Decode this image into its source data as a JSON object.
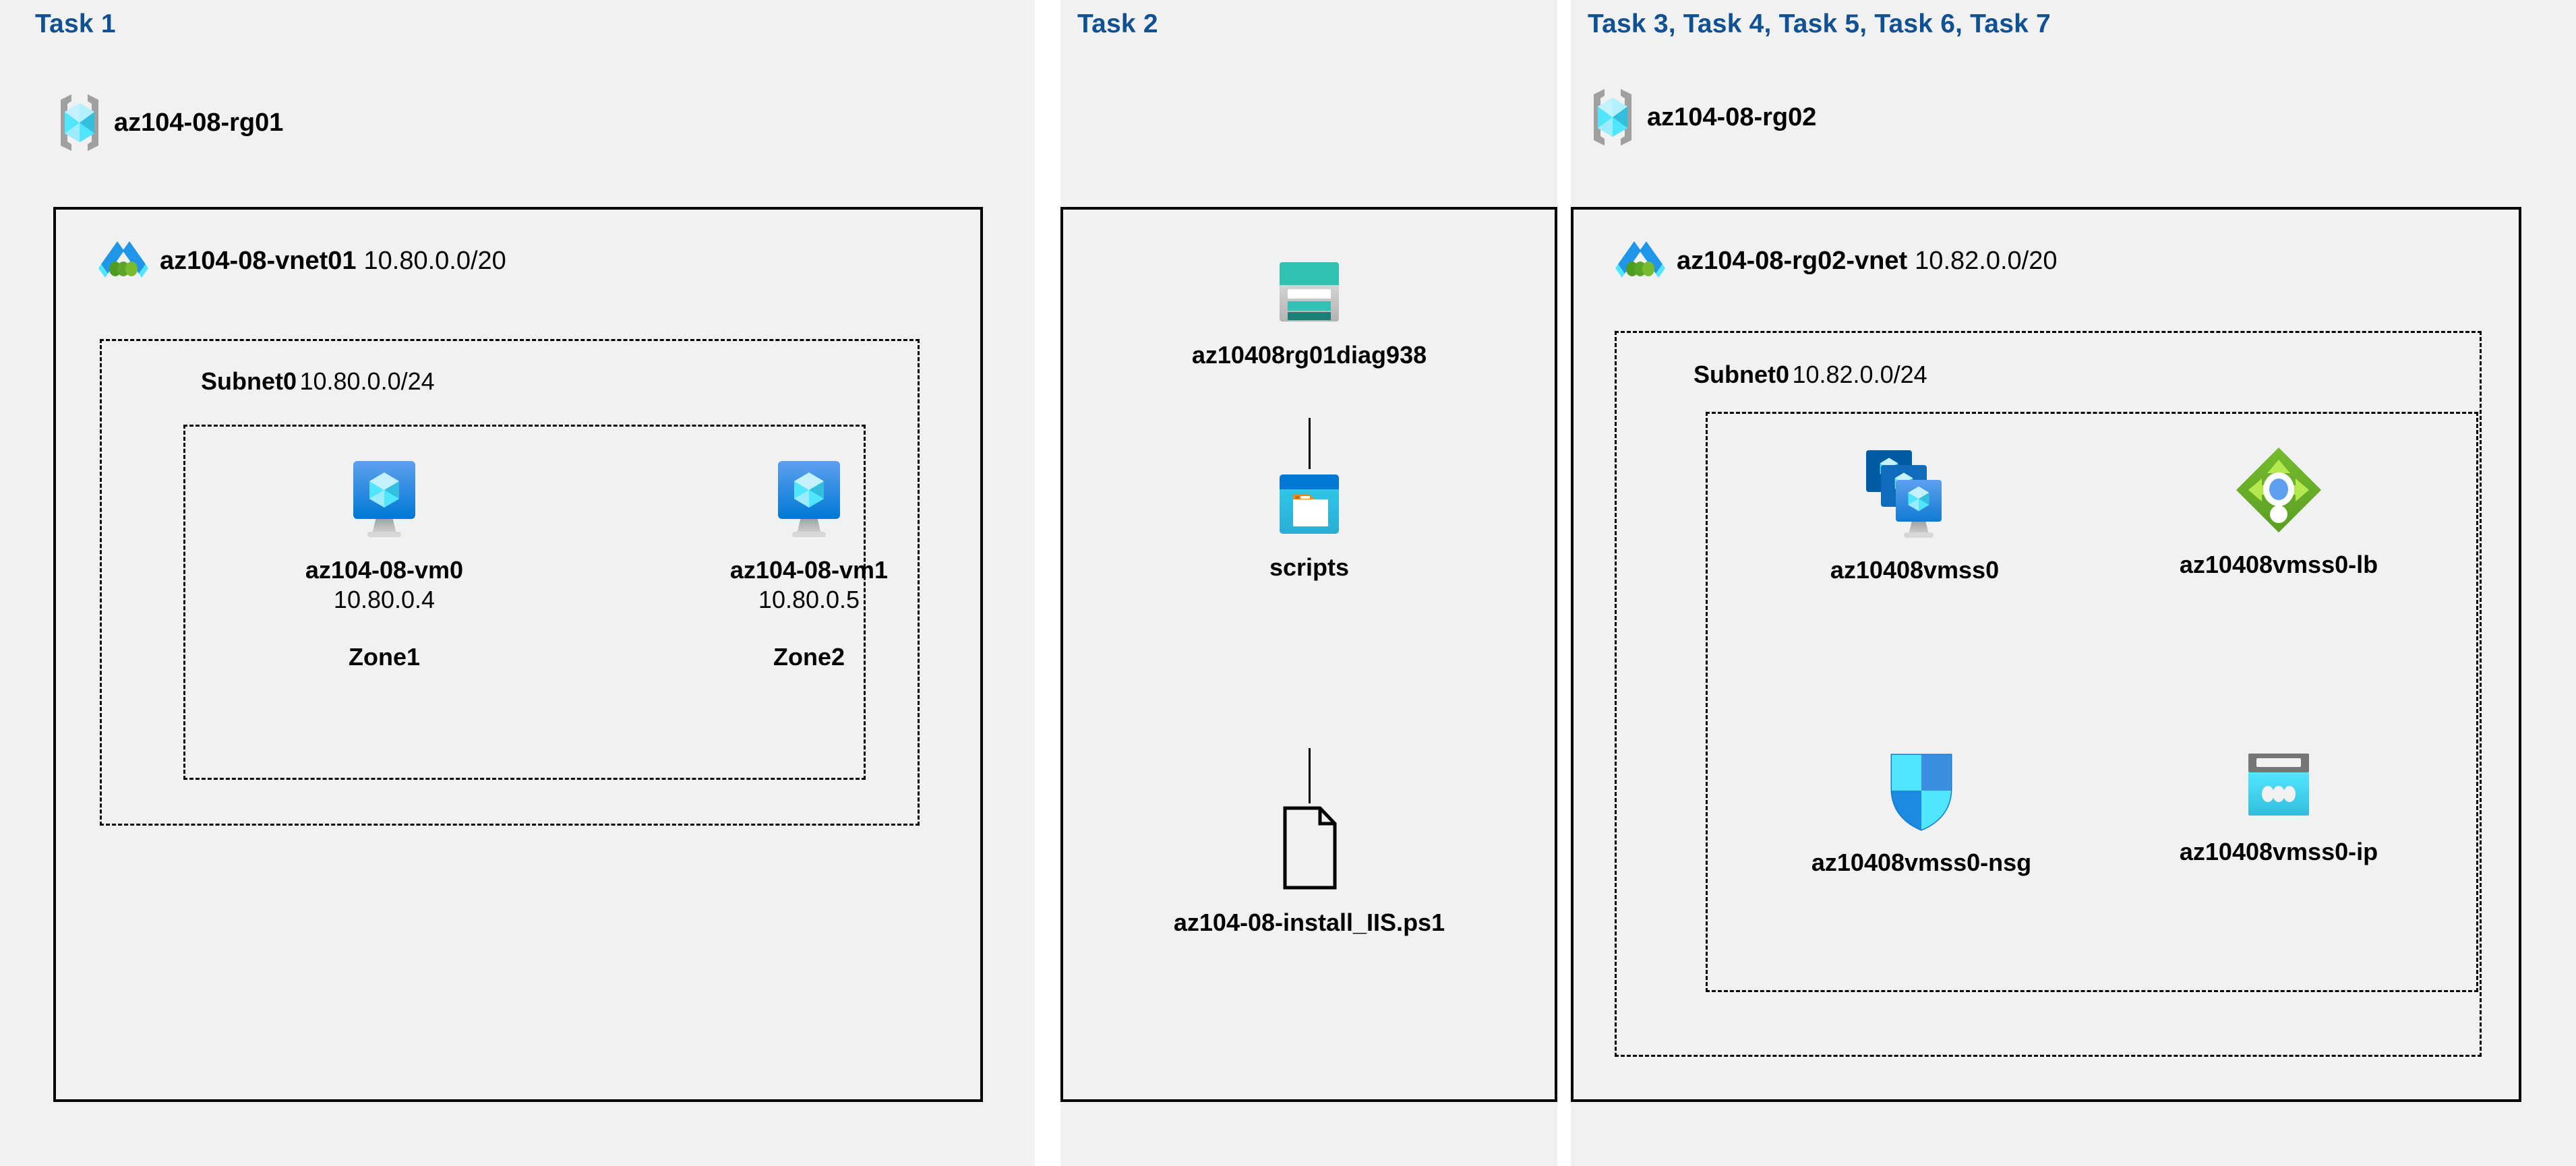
{
  "panels": {
    "task1": {
      "title": "Task 1",
      "resource_group": {
        "name": "az104-08-rg01",
        "icon": "resource-group-icon"
      },
      "vnet": {
        "name": "az104-08-vnet01",
        "cidr": "10.80.0.0/20",
        "icon": "virtual-network-icon"
      },
      "subnet": {
        "name": "Subnet0",
        "cidr": "10.80.0.0/24"
      },
      "vms": [
        {
          "name": "az104-08-vm0",
          "ip": "10.80.0.4",
          "zone": "Zone1",
          "icon": "virtual-machine-icon"
        },
        {
          "name": "az104-08-vm1",
          "ip": "10.80.0.5",
          "zone": "Zone2",
          "icon": "virtual-machine-icon"
        }
      ]
    },
    "task2": {
      "title": "Task 2",
      "nodes": [
        {
          "name": "az10408rg01diag938",
          "icon": "storage-account-icon"
        },
        {
          "name": "scripts",
          "icon": "blob-container-icon"
        },
        {
          "name": "az104-08-install_IIS.ps1",
          "icon": "file-icon"
        }
      ]
    },
    "task3": {
      "title": "Task 3, Task 4, Task 5, Task 6, Task 7",
      "resource_group": {
        "name": "az104-08-rg02",
        "icon": "resource-group-icon"
      },
      "vnet": {
        "name": "az104-08-rg02-vnet",
        "cidr": "10.82.0.0/20",
        "icon": "virtual-network-icon"
      },
      "subnet": {
        "name": "Subnet0",
        "cidr": "10.82.0.0/24"
      },
      "resources": [
        {
          "name": "az10408vmss0",
          "icon": "vm-scale-set-icon"
        },
        {
          "name": "az10408vmss0-lb",
          "icon": "load-balancer-icon"
        },
        {
          "name": "az10408vmss0-nsg",
          "icon": "network-security-group-icon"
        },
        {
          "name": "az10408vmss0-ip",
          "icon": "public-ip-address-icon"
        }
      ]
    }
  },
  "colors": {
    "task_title": "#0f5192",
    "panel_background": "#f1f1f1",
    "page_background": "#ffffff",
    "border": "#000000",
    "azure_blue": "#0078d4",
    "azure_cyan": "#50e6ff",
    "storage_teal": "#32c2b4",
    "lb_green": "#5fa524",
    "nsg_blue": "#0078d4"
  }
}
